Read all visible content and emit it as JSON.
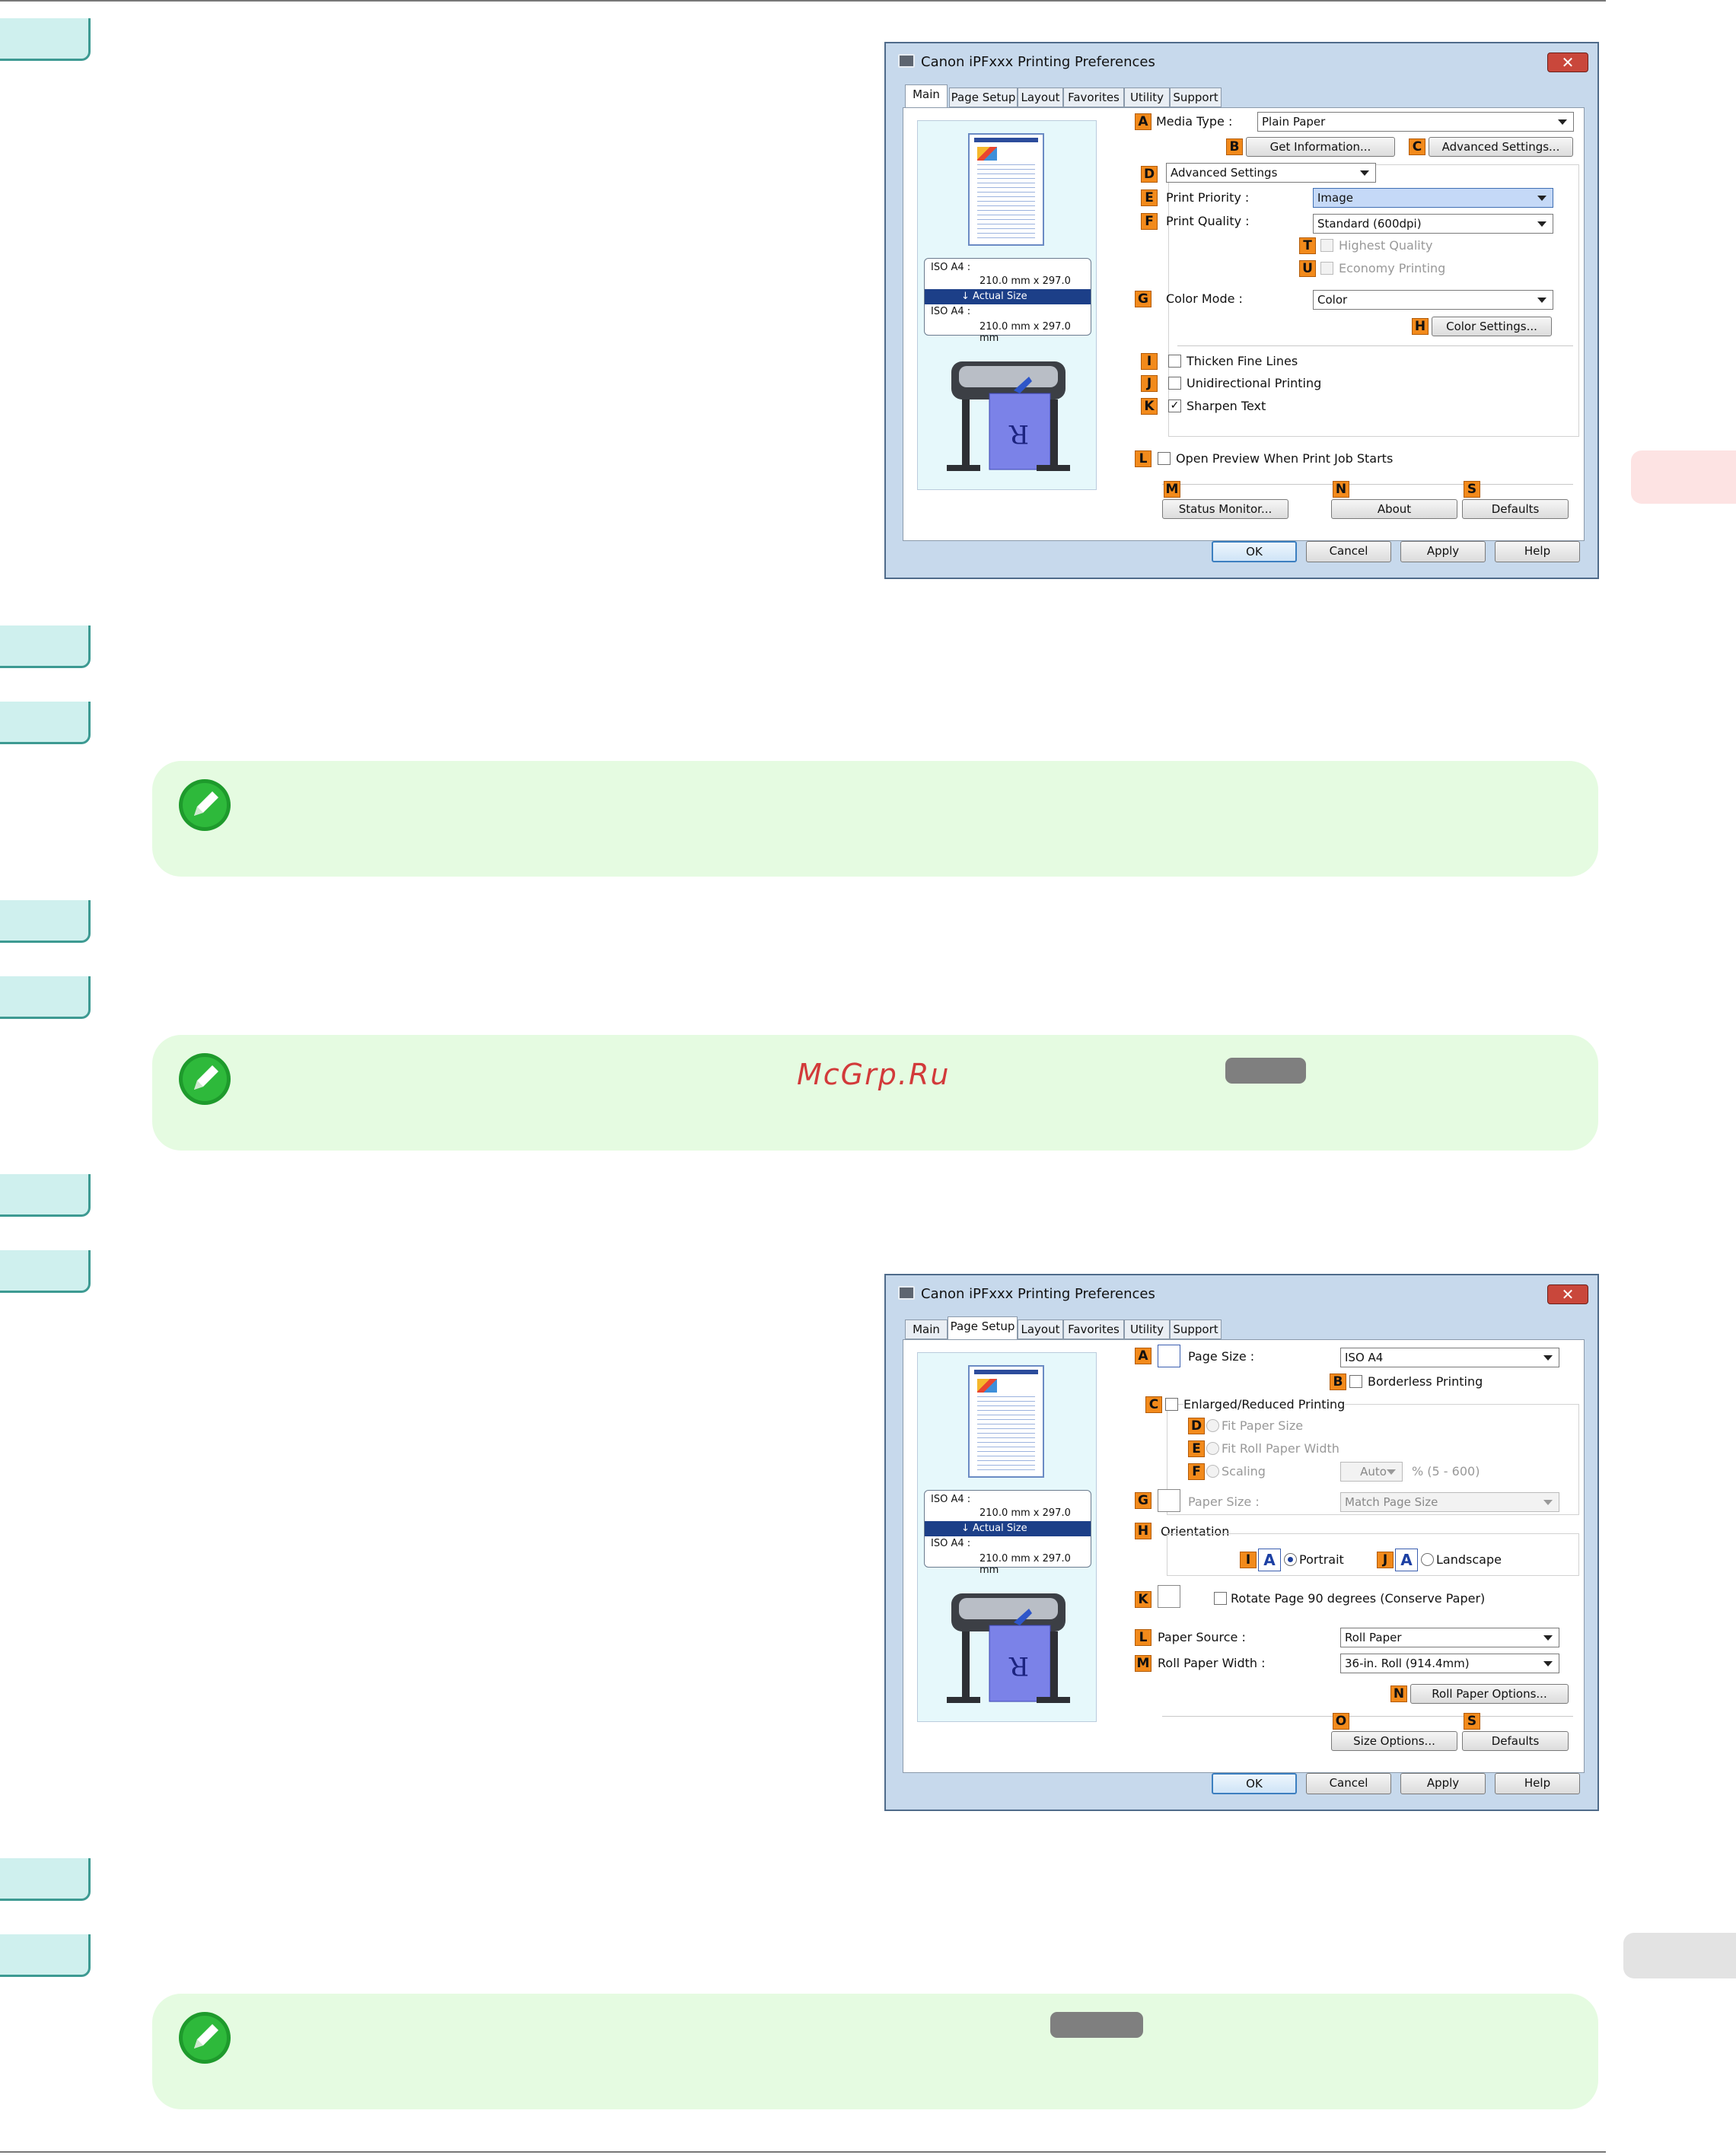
{
  "watermark": "McGrp.Ru",
  "dialog1": {
    "title": "Canon iPFxxx Printing Preferences",
    "close_glyph": "✕",
    "tabs": [
      "Main",
      "Page Setup",
      "Layout",
      "Favorites",
      "Utility",
      "Support"
    ],
    "active_tab": "Main",
    "preview": {
      "size1_label": "ISO A4 :",
      "size1_dims": "210.0 mm x 297.0 mm",
      "arrow": "↓ Actual Size",
      "size2_label": "ISO A4 :",
      "size2_dims": "210.0 mm x 297.0 mm",
      "printer_icon": "large-format-printer-icon"
    },
    "labels": {
      "A": "A",
      "B": "B",
      "C": "C",
      "D": "D",
      "E": "E",
      "F": "F",
      "T": "T",
      "U": "U",
      "G": "G",
      "H": "H",
      "I": "I",
      "J": "J",
      "K": "K",
      "L": "L",
      "M": "M",
      "N": "N",
      "S": "S"
    },
    "media_type_label": "Media Type :",
    "media_type_value": "Plain Paper",
    "get_information": "Get Information...",
    "advanced_settings_btn": "Advanced Settings...",
    "mode_select": "Advanced Settings",
    "print_priority_label": "Print Priority :",
    "print_priority_value": "Image",
    "print_quality_label": "Print Quality :",
    "print_quality_value": "Standard (600dpi)",
    "highest_quality": "Highest Quality",
    "economy_printing": "Economy Printing",
    "color_mode_label": "Color Mode :",
    "color_mode_value": "Color",
    "color_settings": "Color Settings...",
    "thicken": "Thicken Fine Lines",
    "unidirectional": "Unidirectional Printing",
    "sharpen": "Sharpen Text",
    "sharpen_checked": "✓",
    "open_preview": "Open Preview When Print Job Starts",
    "status_monitor": "Status Monitor...",
    "about": "About",
    "defaults": "Defaults",
    "ok": "OK",
    "cancel": "Cancel",
    "apply": "Apply",
    "help": "Help"
  },
  "dialog2": {
    "title": "Canon iPFxxx Printing Preferences",
    "close_glyph": "✕",
    "tabs": [
      "Main",
      "Page Setup",
      "Layout",
      "Favorites",
      "Utility",
      "Support"
    ],
    "active_tab": "Page Setup",
    "preview": {
      "size1_label": "ISO A4 :",
      "size1_dims": "210.0 mm x 297.0 mm",
      "arrow": "↓ Actual Size",
      "size2_label": "ISO A4 :",
      "size2_dims": "210.0 mm x 297.0 mm"
    },
    "labels": {
      "A": "A",
      "B": "B",
      "C": "C",
      "D": "D",
      "E": "E",
      "F": "F",
      "G": "G",
      "H": "H",
      "I": "I",
      "J": "J",
      "K": "K",
      "L": "L",
      "M": "M",
      "N": "N",
      "O": "O",
      "S": "S"
    },
    "page_size_label": "Page Size :",
    "page_size_value": "ISO A4",
    "borderless": "Borderless Printing",
    "enlarged": "Enlarged/Reduced Printing",
    "fit_paper_size": "Fit Paper Size",
    "fit_roll_width": "Fit Roll Paper Width",
    "scaling": "Scaling",
    "scaling_value": "Auto",
    "scaling_range": "% (5 - 600)",
    "paper_size_label": "Paper Size :",
    "paper_size_value": "Match Page Size",
    "orientation": "Orientation",
    "portrait_glyph": "A",
    "portrait": "Portrait",
    "landscape_glyph": "A",
    "landscape": "Landscape",
    "rotate": "Rotate Page 90 degrees (Conserve Paper)",
    "paper_source_label": "Paper Source :",
    "paper_source_value": "Roll Paper",
    "roll_width_label": "Roll Paper Width :",
    "roll_width_value": "36-in. Roll (914.4mm)",
    "roll_options": "Roll Paper Options...",
    "size_options": "Size Options...",
    "defaults": "Defaults",
    "ok": "OK",
    "cancel": "Cancel",
    "apply": "Apply",
    "help": "Help"
  }
}
